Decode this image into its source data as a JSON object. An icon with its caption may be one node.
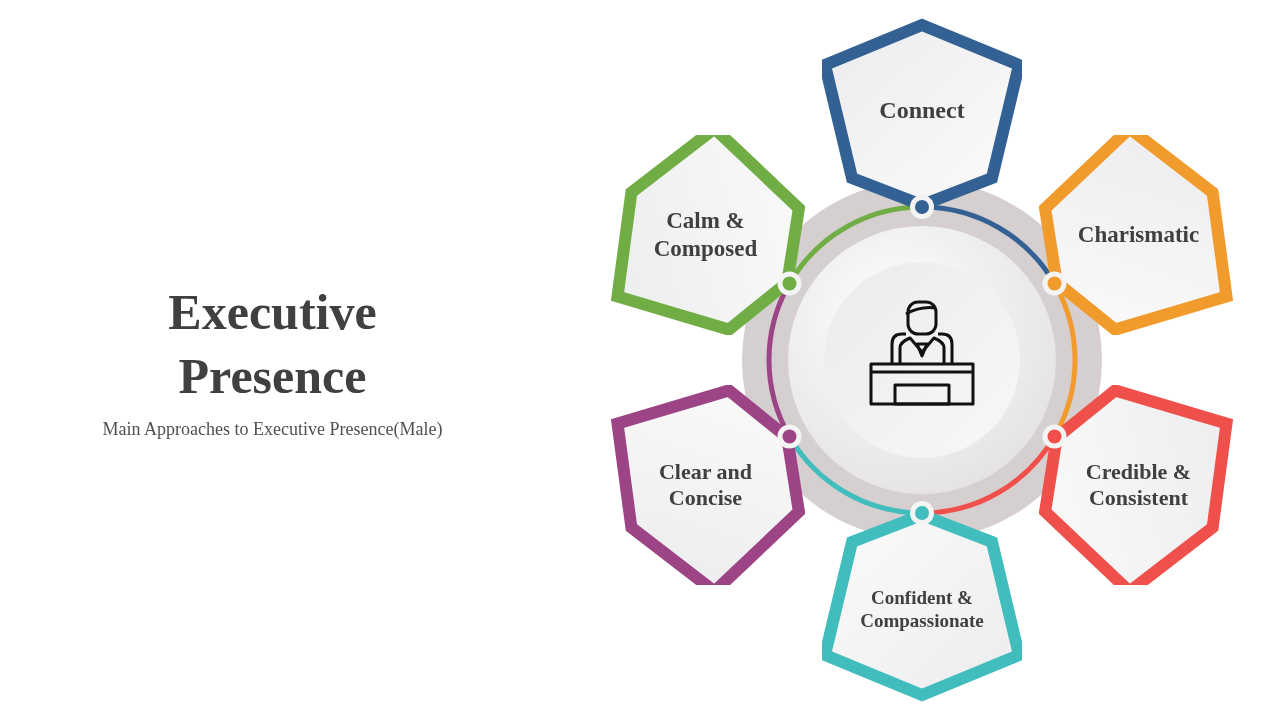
{
  "diagram": {
    "title": "Executive Presence",
    "caption": "Main Approaches to Executive Presence(Male)",
    "nodes": [
      {
        "text": [
          "Connect"
        ]
      },
      {
        "text": [
          "Charismatic"
        ]
      },
      {
        "text": [
          "Credible & Consistent"
        ]
      },
      {
        "text": [
          "Confident & Compassionate"
        ]
      },
      {
        "text": [
          "Clear and Concise"
        ]
      },
      {
        "text": [
          "Calm & Composed"
        ]
      }
    ]
  }
}
